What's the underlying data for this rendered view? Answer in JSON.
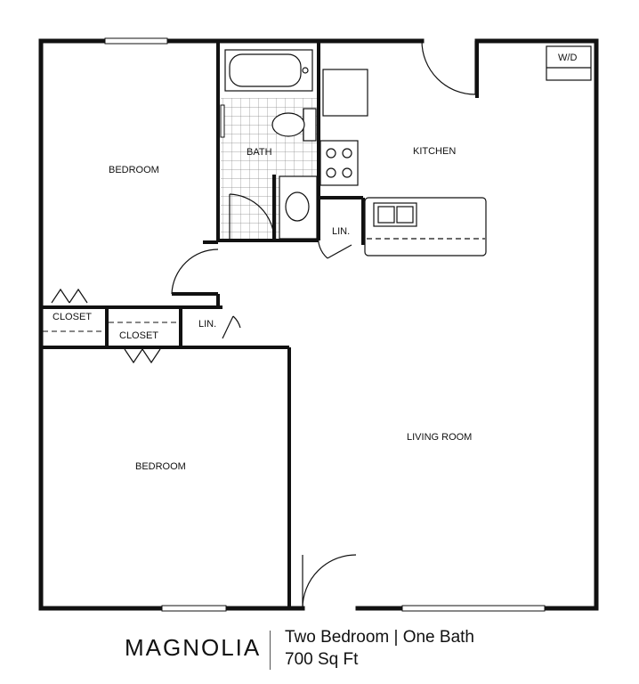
{
  "rooms": {
    "bedroom_top": "BEDROOM",
    "bath": "BATH",
    "kitchen": "KITCHEN",
    "wd": "W/D",
    "linen_kitchen": "LIN.",
    "closet_left": "CLOSET",
    "closet_right": "CLOSET",
    "linen_hall": "LIN.",
    "living_room": "LIVING ROOM",
    "bedroom_bottom": "BEDROOM"
  },
  "footer": {
    "name": "MAGNOLIA",
    "beds_baths": "Two Bedroom | One Bath",
    "area": "700 Sq Ft"
  }
}
